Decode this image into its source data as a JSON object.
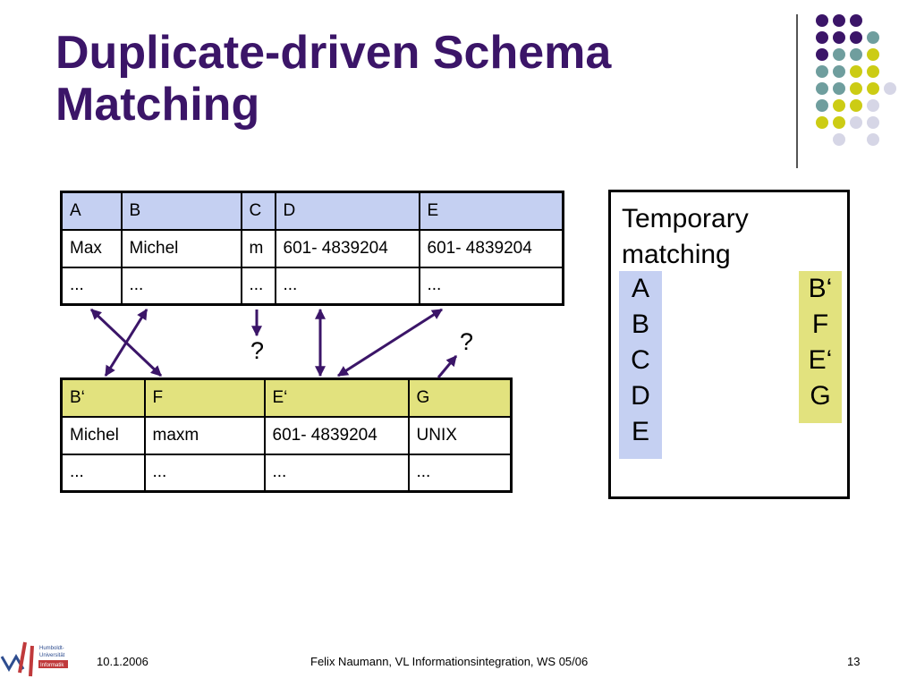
{
  "slide": {
    "title": "Duplicate-driven Schema Matching"
  },
  "table_top": {
    "header": [
      "A",
      "B",
      "C",
      "D",
      "E"
    ],
    "rows": [
      [
        "Max",
        "Michel",
        "m",
        "601- 4839204",
        "601- 4839204"
      ],
      [
        "...",
        "...",
        "...",
        "...",
        "..."
      ]
    ]
  },
  "table_bottom": {
    "header": [
      "B‘",
      "F",
      "E‘",
      "G"
    ],
    "rows": [
      [
        "Michel",
        "maxm",
        "601- 4839204",
        "UNIX"
      ],
      [
        "...",
        "...",
        "...",
        "..."
      ]
    ]
  },
  "question_marks": [
    "?",
    "?"
  ],
  "temporary_matching": {
    "title": "Temporary matching",
    "left": [
      "A",
      "B",
      "C",
      "D",
      "E"
    ],
    "right": [
      "B‘",
      "F",
      "E‘",
      "G"
    ]
  },
  "footer": {
    "date": "10.1.2006",
    "center": "Felix Naumann, VL Informationsintegration, WS 05/06",
    "page": "13"
  },
  "logo": {
    "text_lines": [
      "Humboldt-",
      "Universität",
      "Informatik"
    ]
  },
  "colors": {
    "title": "#3b1568",
    "arrow": "#3b1568",
    "table_top_header": "#c5d0f2",
    "table_bottom_header": "#e2e27e",
    "dot_purple": "#3b1568",
    "dot_teal": "#6f9e9e",
    "dot_yellow": "#cccc14",
    "dot_lavender": "#d6d6e6"
  }
}
